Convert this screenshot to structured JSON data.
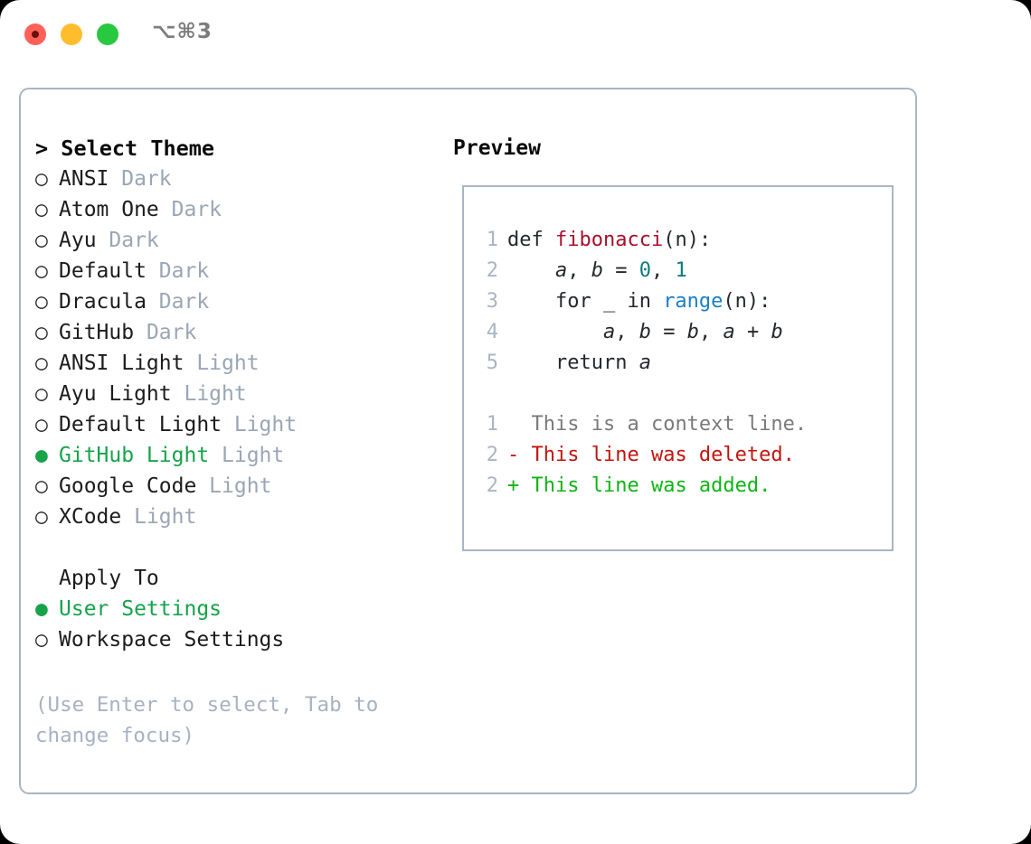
{
  "titlebar": {
    "shortcut": "⌥⌘3",
    "lights": [
      "close-light",
      "minimize-light",
      "zoom-light"
    ]
  },
  "left": {
    "header": "> Select Theme",
    "themes": [
      {
        "marker": "○",
        "selected": false,
        "name": "ANSI",
        "kind": "Dark"
      },
      {
        "marker": "○",
        "selected": false,
        "name": "Atom One",
        "kind": "Dark"
      },
      {
        "marker": "○",
        "selected": false,
        "name": "Ayu",
        "kind": "Dark"
      },
      {
        "marker": "○",
        "selected": false,
        "name": "Default",
        "kind": "Dark"
      },
      {
        "marker": "○",
        "selected": false,
        "name": "Dracula",
        "kind": "Dark"
      },
      {
        "marker": "○",
        "selected": false,
        "name": "GitHub",
        "kind": "Dark"
      },
      {
        "marker": "○",
        "selected": false,
        "name": "ANSI Light",
        "kind": "Light"
      },
      {
        "marker": "○",
        "selected": false,
        "name": "Ayu Light",
        "kind": "Light"
      },
      {
        "marker": "○",
        "selected": false,
        "name": "Default Light",
        "kind": "Light"
      },
      {
        "marker": "●",
        "selected": true,
        "name": "GitHub Light",
        "kind": "Light"
      },
      {
        "marker": "○",
        "selected": false,
        "name": "Google Code",
        "kind": "Light"
      },
      {
        "marker": "○",
        "selected": false,
        "name": "XCode",
        "kind": "Light"
      }
    ],
    "apply_to_label": "Apply To",
    "apply_to": [
      {
        "marker": "●",
        "selected": true,
        "name": "User Settings"
      },
      {
        "marker": "○",
        "selected": false,
        "name": "Workspace Settings"
      }
    ],
    "help_text": "(Use Enter to select, Tab to change focus)"
  },
  "right": {
    "preview_title": "Preview",
    "code_lines": [
      {
        "num": "1",
        "tokens": [
          {
            "t": "def ",
            "c": "def"
          },
          {
            "t": "fibonacci",
            "c": "fn"
          },
          {
            "t": "(n):",
            "c": "plain"
          }
        ]
      },
      {
        "num": "2",
        "tokens": [
          {
            "t": "    ",
            "c": "plain"
          },
          {
            "t": "a",
            "c": "id"
          },
          {
            "t": ", ",
            "c": "plain"
          },
          {
            "t": "b",
            "c": "id"
          },
          {
            "t": " = ",
            "c": "plain"
          },
          {
            "t": "0",
            "c": "num"
          },
          {
            "t": ", ",
            "c": "plain"
          },
          {
            "t": "1",
            "c": "num"
          }
        ]
      },
      {
        "num": "3",
        "tokens": [
          {
            "t": "    for _ in ",
            "c": "plain"
          },
          {
            "t": "range",
            "c": "builtin"
          },
          {
            "t": "(n):",
            "c": "plain"
          }
        ]
      },
      {
        "num": "4",
        "tokens": [
          {
            "t": "        ",
            "c": "plain"
          },
          {
            "t": "a",
            "c": "id"
          },
          {
            "t": ", ",
            "c": "plain"
          },
          {
            "t": "b",
            "c": "id"
          },
          {
            "t": " = ",
            "c": "plain"
          },
          {
            "t": "b",
            "c": "id"
          },
          {
            "t": ", ",
            "c": "plain"
          },
          {
            "t": "a",
            "c": "id"
          },
          {
            "t": " + ",
            "c": "plain"
          },
          {
            "t": "b",
            "c": "id"
          }
        ]
      },
      {
        "num": "5",
        "tokens": [
          {
            "t": "    return ",
            "c": "plain"
          },
          {
            "t": "a",
            "c": "id"
          }
        ]
      }
    ],
    "diff_lines": [
      {
        "num": "1",
        "sign": "  ",
        "text": "This is a context line.",
        "kind": "ctx"
      },
      {
        "num": "2",
        "sign": "- ",
        "text": "This line was deleted.",
        "kind": "del"
      },
      {
        "num": "2",
        "sign": "+ ",
        "text": "This line was added.",
        "kind": "add"
      }
    ]
  },
  "colors": {
    "accent_green": "#16a34a",
    "muted": "#9aa6b5",
    "border": "#aab5c4",
    "diff_add": "#10b416",
    "diff_del": "#c0160f",
    "syntax_fn": "#a8102c",
    "syntax_num": "#0e7c7b",
    "syntax_builtin": "#1b7fc4"
  }
}
